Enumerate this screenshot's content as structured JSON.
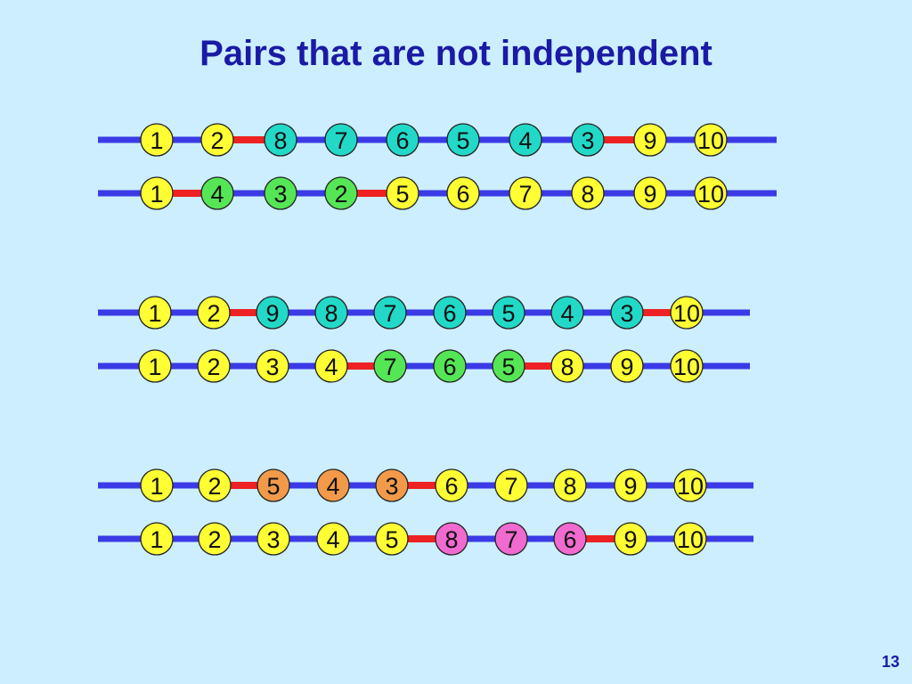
{
  "title": "Pairs that are not independent",
  "page_number": "13",
  "colors": {
    "line_blue": "#3a3ae6",
    "line_red": "#ee2222",
    "node_yellow": "#ffff33",
    "node_cyan": "#22d9c8",
    "node_green": "#55e655",
    "node_orange": "#f29a4a",
    "node_pink": "#f06ad0"
  },
  "groups": [
    {
      "rows": [
        {
          "nodes": [
            {
              "label": "1",
              "color": "node_yellow"
            },
            {
              "label": "2",
              "color": "node_yellow"
            },
            {
              "label": "8",
              "color": "node_cyan"
            },
            {
              "label": "7",
              "color": "node_cyan"
            },
            {
              "label": "6",
              "color": "node_cyan"
            },
            {
              "label": "5",
              "color": "node_cyan"
            },
            {
              "label": "4",
              "color": "node_cyan"
            },
            {
              "label": "3",
              "color": "node_cyan"
            },
            {
              "label": "9",
              "color": "node_yellow"
            },
            {
              "label": "10",
              "color": "node_yellow"
            }
          ],
          "red_edges": [
            1,
            7
          ]
        },
        {
          "nodes": [
            {
              "label": "1",
              "color": "node_yellow"
            },
            {
              "label": "4",
              "color": "node_green"
            },
            {
              "label": "3",
              "color": "node_green"
            },
            {
              "label": "2",
              "color": "node_green"
            },
            {
              "label": "5",
              "color": "node_yellow"
            },
            {
              "label": "6",
              "color": "node_yellow"
            },
            {
              "label": "7",
              "color": "node_yellow"
            },
            {
              "label": "8",
              "color": "node_yellow"
            },
            {
              "label": "9",
              "color": "node_yellow"
            },
            {
              "label": "10",
              "color": "node_yellow"
            }
          ],
          "red_edges": [
            0,
            3
          ]
        }
      ]
    },
    {
      "rows": [
        {
          "nodes": [
            {
              "label": "1",
              "color": "node_yellow"
            },
            {
              "label": "2",
              "color": "node_yellow"
            },
            {
              "label": "9",
              "color": "node_cyan"
            },
            {
              "label": "8",
              "color": "node_cyan"
            },
            {
              "label": "7",
              "color": "node_cyan"
            },
            {
              "label": "6",
              "color": "node_cyan"
            },
            {
              "label": "5",
              "color": "node_cyan"
            },
            {
              "label": "4",
              "color": "node_cyan"
            },
            {
              "label": "3",
              "color": "node_cyan"
            },
            {
              "label": "10",
              "color": "node_yellow"
            }
          ],
          "red_edges": [
            1,
            8
          ]
        },
        {
          "nodes": [
            {
              "label": "1",
              "color": "node_yellow"
            },
            {
              "label": "2",
              "color": "node_yellow"
            },
            {
              "label": "3",
              "color": "node_yellow"
            },
            {
              "label": "4",
              "color": "node_yellow"
            },
            {
              "label": "7",
              "color": "node_green"
            },
            {
              "label": "6",
              "color": "node_green"
            },
            {
              "label": "5",
              "color": "node_green"
            },
            {
              "label": "8",
              "color": "node_yellow"
            },
            {
              "label": "9",
              "color": "node_yellow"
            },
            {
              "label": "10",
              "color": "node_yellow"
            }
          ],
          "red_edges": [
            3,
            6
          ]
        }
      ]
    },
    {
      "rows": [
        {
          "nodes": [
            {
              "label": "1",
              "color": "node_yellow"
            },
            {
              "label": "2",
              "color": "node_yellow"
            },
            {
              "label": "5",
              "color": "node_orange"
            },
            {
              "label": "4",
              "color": "node_orange"
            },
            {
              "label": "3",
              "color": "node_orange"
            },
            {
              "label": "6",
              "color": "node_yellow"
            },
            {
              "label": "7",
              "color": "node_yellow"
            },
            {
              "label": "8",
              "color": "node_yellow"
            },
            {
              "label": "9",
              "color": "node_yellow"
            },
            {
              "label": "10",
              "color": "node_yellow"
            }
          ],
          "red_edges": [
            1,
            4
          ]
        },
        {
          "nodes": [
            {
              "label": "1",
              "color": "node_yellow"
            },
            {
              "label": "2",
              "color": "node_yellow"
            },
            {
              "label": "3",
              "color": "node_yellow"
            },
            {
              "label": "4",
              "color": "node_yellow"
            },
            {
              "label": "5",
              "color": "node_yellow"
            },
            {
              "label": "8",
              "color": "node_pink"
            },
            {
              "label": "7",
              "color": "node_pink"
            },
            {
              "label": "6",
              "color": "node_pink"
            },
            {
              "label": "9",
              "color": "node_yellow"
            },
            {
              "label": "10",
              "color": "node_yellow"
            }
          ],
          "red_edges": [
            4,
            7
          ]
        }
      ]
    }
  ]
}
